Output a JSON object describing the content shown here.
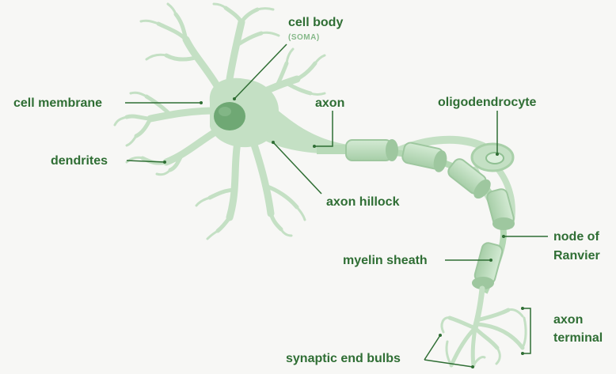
{
  "labels": {
    "cell_body": "cell body",
    "soma": "(SOMA)",
    "cell_membrane": "cell membrane",
    "dendrites": "dendrites",
    "axon": "axon",
    "axon_hillock": "axon hillock",
    "oligodendrocyte": "oligodendrocyte",
    "node_of_ranvier_1": "node of",
    "node_of_ranvier_2": "Ranvier",
    "myelin_sheath": "myelin sheath",
    "axon_terminal_1": "axon",
    "axon_terminal_2": "terminal",
    "synaptic_end_bulbs": "synaptic end bulbs"
  },
  "colors": {
    "background": "#f7f7f5",
    "cell": "#c4e0c4",
    "cell_dark": "#a9d0a9",
    "nucleus": "#6fa874",
    "label": "#2f6e34",
    "leader": "#2f6e34"
  }
}
